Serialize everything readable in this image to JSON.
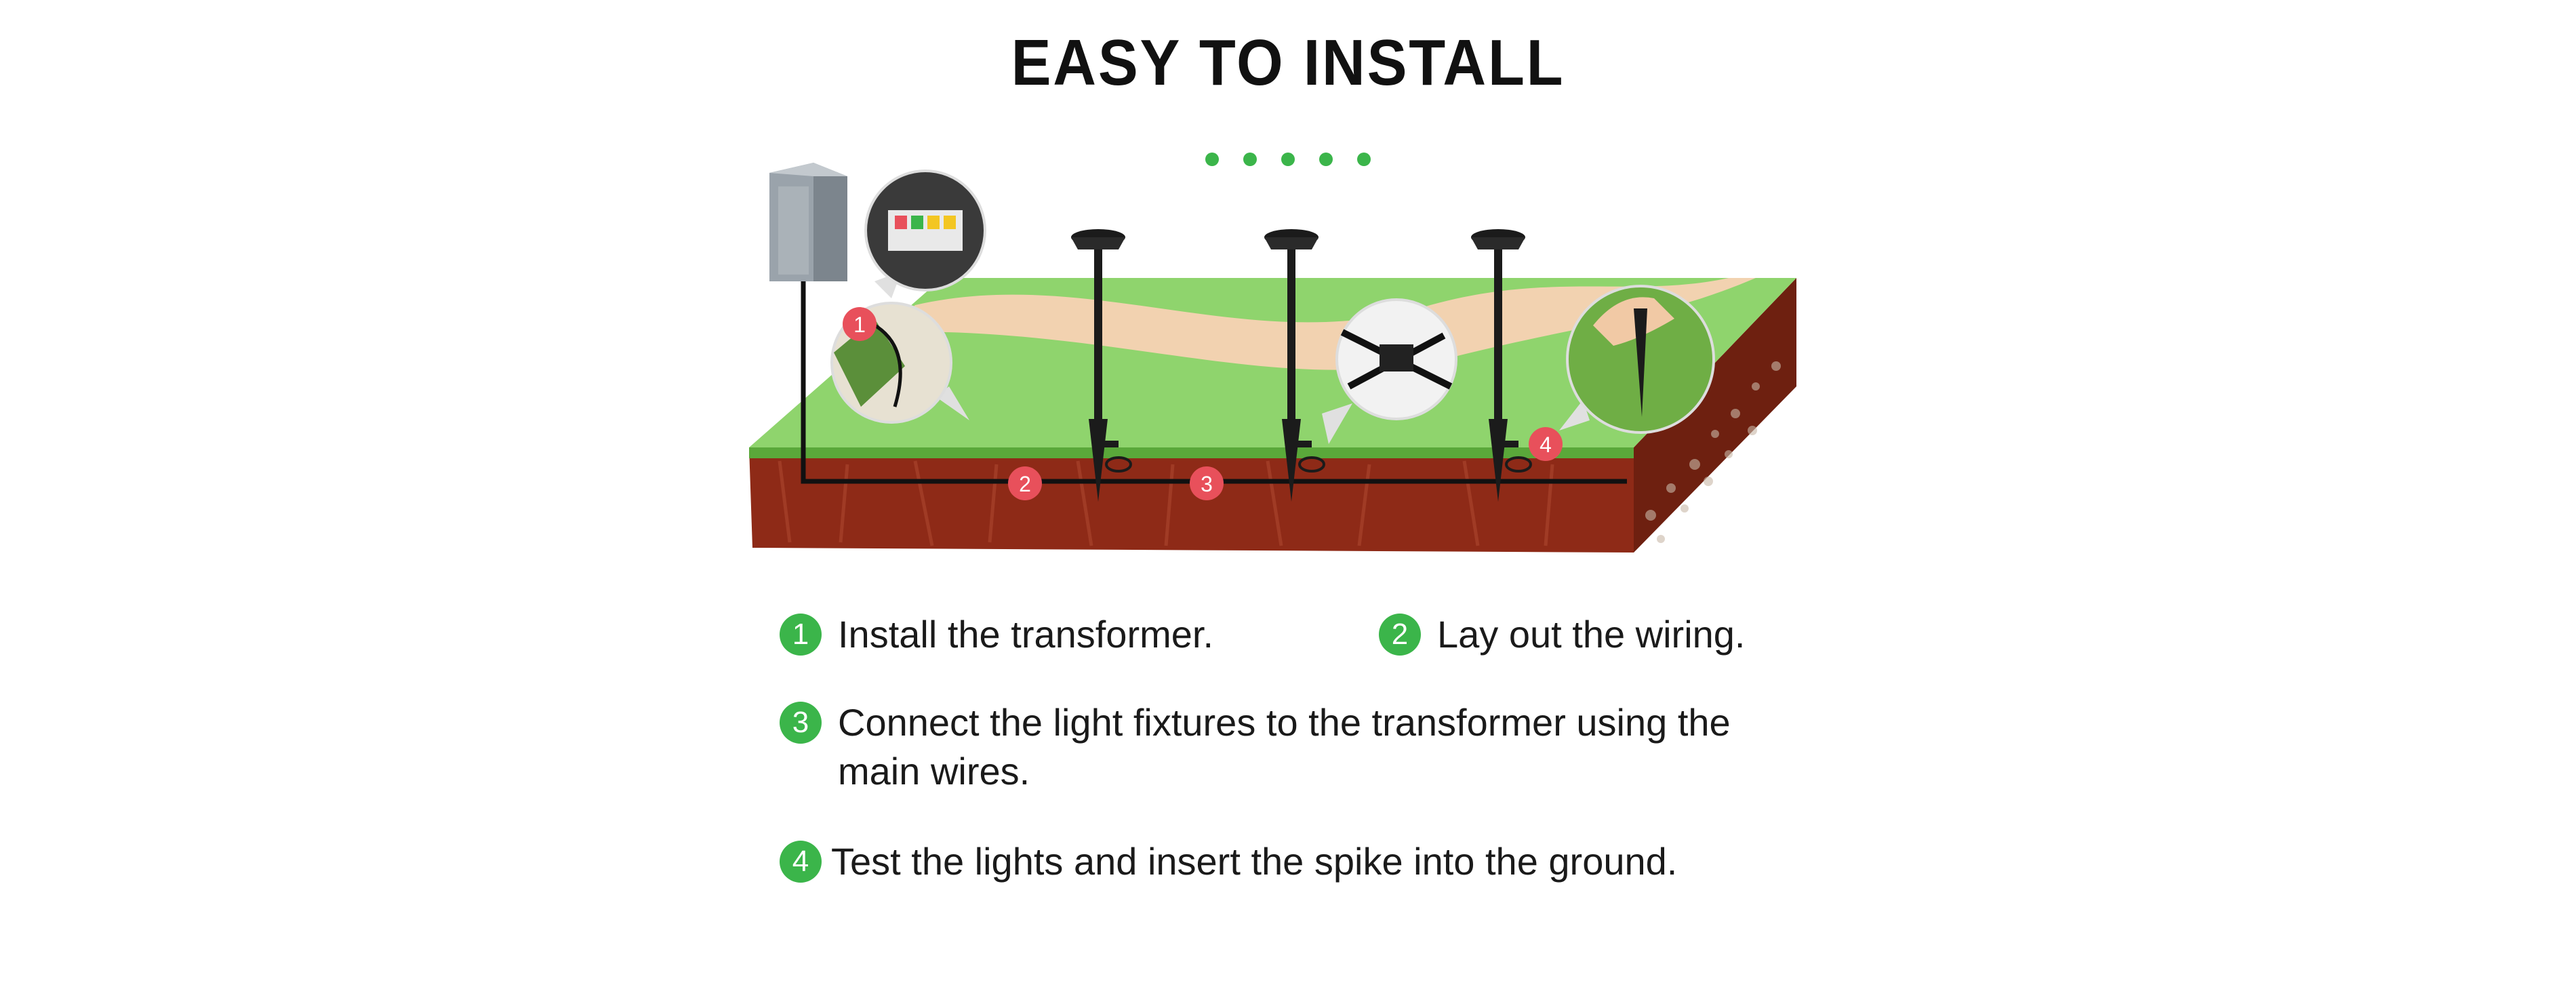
{
  "title": "EASY TO INSTALL",
  "colors": {
    "accent_green": "#3bb54a",
    "marker_red": "#e8505b",
    "grass": "#8fd46d",
    "path": "#f2d2b0",
    "soil": "#8e2a17",
    "fixture": "#1b1b1b"
  },
  "dots_count": 5,
  "diagram": {
    "markers": [
      "1",
      "2",
      "3",
      "4"
    ]
  },
  "steps": [
    {
      "number": "1",
      "text": "Install the transformer."
    },
    {
      "number": "2",
      "text": "Lay out the wiring."
    },
    {
      "number": "3",
      "text": "Connect the light fixtures to the transformer using the main wires."
    },
    {
      "number": "4",
      "text": "Test the lights and insert the spike into the ground."
    }
  ]
}
